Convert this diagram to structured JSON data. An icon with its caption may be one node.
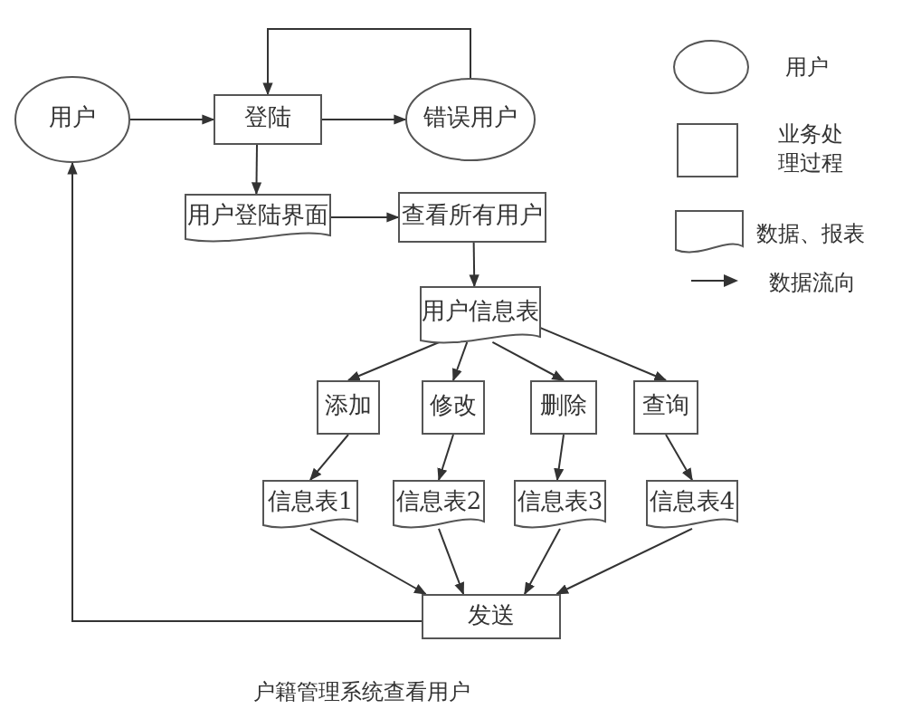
{
  "diagram": {
    "caption": "户籍管理系统查看用户",
    "nodes": [
      {
        "text": [
          "用户"
        ]
      },
      {
        "text": [
          "登陆"
        ]
      },
      {
        "text": [
          "错误用户"
        ]
      },
      {
        "text": [
          "用户登陆界面"
        ]
      },
      {
        "text": [
          "查看所有用户"
        ]
      },
      {
        "text": [
          "用户信息表"
        ]
      },
      {
        "text": [
          "添加"
        ]
      },
      {
        "text": [
          "修改"
        ]
      },
      {
        "text": [
          "删除"
        ]
      },
      {
        "text": [
          "查询"
        ]
      },
      {
        "text": [
          "信息表1"
        ]
      },
      {
        "text": [
          "信息表2"
        ]
      },
      {
        "text": [
          "信息表3"
        ]
      },
      {
        "text": [
          "信息表4"
        ]
      },
      {
        "text": [
          "发送"
        ]
      }
    ],
    "edges": [
      {
        "from": 0,
        "to": 1,
        "arrow": "to"
      },
      {
        "from": 1,
        "to": 2,
        "arrow": "to"
      },
      {
        "from": 2,
        "to": 1,
        "arrow": "to"
      },
      {
        "from": 1,
        "to": 3,
        "arrow": "to"
      },
      {
        "from": 3,
        "to": 4,
        "arrow": "to"
      },
      {
        "from": 4,
        "to": 5,
        "arrow": "to"
      },
      {
        "from": 5,
        "to": 6,
        "arrow": "to"
      },
      {
        "from": 5,
        "to": 7,
        "arrow": "to"
      },
      {
        "from": 5,
        "to": 8,
        "arrow": "to"
      },
      {
        "from": 5,
        "to": 9,
        "arrow": "to"
      },
      {
        "from": 6,
        "to": 10,
        "arrow": "to"
      },
      {
        "from": 7,
        "to": 11,
        "arrow": "to"
      },
      {
        "from": 8,
        "to": 12,
        "arrow": "to"
      },
      {
        "from": 9,
        "to": 13,
        "arrow": "to"
      },
      {
        "from": 10,
        "to": 14,
        "arrow": "to"
      },
      {
        "from": 11,
        "to": 14,
        "arrow": "to"
      },
      {
        "from": 12,
        "to": 14,
        "arrow": "to"
      },
      {
        "from": 13,
        "to": 14,
        "arrow": "to"
      },
      {
        "from": 14,
        "to": 0,
        "arrow": "to"
      }
    ],
    "legend": [
      {
        "text": "用户"
      },
      {
        "text": "业务处理过程"
      },
      {
        "text": "数据、报表"
      },
      {
        "text": "数据流向"
      }
    ]
  }
}
